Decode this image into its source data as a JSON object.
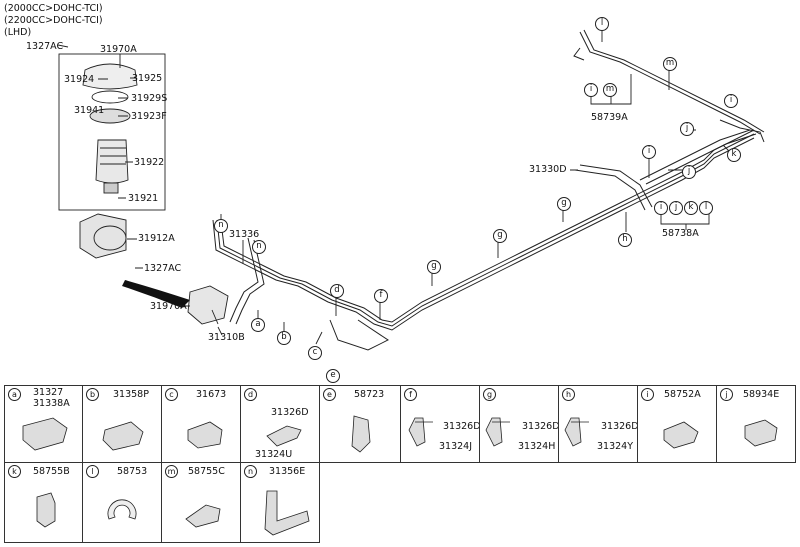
{
  "header": {
    "line1": "(2000CC>DOHC-TCI)",
    "line2": "(2200CC>DOHC-TCI)",
    "line3": "(LHD)"
  },
  "callouts": {
    "p1327ac_top": "1327AC",
    "p31970a_top": "31970A",
    "p31924": "31924",
    "p31925": "31925",
    "p31929s": "31929S",
    "p31941": "31941",
    "p31923f": "31923F",
    "p31922": "31922",
    "p31921": "31921",
    "p31912a": "31912A",
    "p1327ac_mid": "1327AC",
    "p31970a_mid": "31970A",
    "p31310b": "31310B",
    "p31336": "31336",
    "p31330d": "31330D",
    "p58739a": "58739A",
    "p58738a": "58738A"
  },
  "letters": {
    "n1": "n",
    "n2": "n",
    "a": "a",
    "b": "b",
    "c": "c",
    "d": "d",
    "e": "e",
    "f": "f",
    "g1": "g",
    "g2": "g",
    "g3": "g",
    "h": "h",
    "i_top": "i",
    "m_top": "m",
    "i_grp": "i",
    "m_grp": "m",
    "j1": "j",
    "k1": "k",
    "i2": "i",
    "l_top": "l",
    "j2": "j",
    "gi": "i",
    "gj": "j",
    "gk": "k",
    "gl": "l"
  },
  "legend": [
    {
      "tag": "a",
      "parts": [
        "31327",
        "31338A"
      ]
    },
    {
      "tag": "b",
      "parts": [
        "31358P"
      ]
    },
    {
      "tag": "c",
      "parts": [
        "31673"
      ]
    },
    {
      "tag": "d",
      "parts": [
        "31326D",
        "31324U"
      ]
    },
    {
      "tag": "e",
      "parts": [
        "58723"
      ]
    },
    {
      "tag": "f",
      "parts": [
        "31326D",
        "31324J"
      ]
    },
    {
      "tag": "g",
      "parts": [
        "31326D",
        "31324H"
      ]
    },
    {
      "tag": "h",
      "parts": [
        "31326D",
        "31324Y"
      ]
    },
    {
      "tag": "i",
      "parts": [
        "58752A"
      ]
    },
    {
      "tag": "j",
      "parts": [
        "58934E"
      ]
    },
    {
      "tag": "k",
      "parts": [
        "58755B"
      ]
    },
    {
      "tag": "l",
      "parts": [
        "58753"
      ]
    },
    {
      "tag": "m",
      "parts": [
        "58755C"
      ]
    },
    {
      "tag": "n",
      "parts": [
        "31356E"
      ]
    }
  ]
}
